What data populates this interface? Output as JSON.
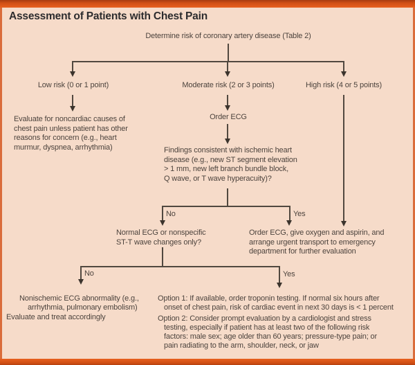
{
  "title": "Assessment of Patients with Chest Pain",
  "flow": {
    "root": "Determine risk of coronary artery disease (Table 2)",
    "risk_labels": {
      "low": "Low risk (0 or 1 point)",
      "moderate": "Moderate risk (2 or 3 points)",
      "high": "High risk (4 or 5 points)"
    },
    "low_action": [
      "Evaluate for noncardiac causes of",
      "chest pain unless patient has other",
      "reasons for concern (e.g., heart",
      "murmur, dyspnea, arrhythmia)"
    ],
    "order_ecg": "Order ECG",
    "ecg_question": [
      "Findings consistent with ischemic heart",
      "disease (e.g., new ST segment elevation",
      "> 1 mm, new left branch bundle block,",
      "Q wave, or T wave hyperacuity)?"
    ],
    "branch_ecg": {
      "no": "No",
      "yes": "Yes",
      "no_text": [
        "Normal ECG or nonspecific",
        "ST-T wave changes only?"
      ],
      "yes_text": [
        "Order ECG, give oxygen and aspirin, and",
        "arrange urgent transport to emergency",
        "department for further evaluation"
      ]
    },
    "branch_normal": {
      "no": "No",
      "yes": "Yes",
      "no_text": [
        "Nonischemic ECG abnormality (e.g.,",
        "arrhythmia, pulmonary embolism)",
        "Evaluate and treat accordingly"
      ],
      "yes_text": [
        "Option 1: If available, order troponin testing. If normal six hours after",
        "onset of chest pain, risk of cardiac event in next 30 days is < 1 percent",
        "Option 2: Consider prompt evaluation by a cardiologist and stress",
        "testing, especially if patient has at least two of the following risk",
        "factors: male sex; age older than 60 years; pressure-type pain; or",
        "pain radiating to the arm, shoulder, neck, or jaw"
      ]
    }
  },
  "colors": {
    "accent_orange": "#dd5418",
    "background": "#f6dbc9",
    "line": "#51483f",
    "text": "#4c433d",
    "title_text": "#2d2c2e"
  }
}
